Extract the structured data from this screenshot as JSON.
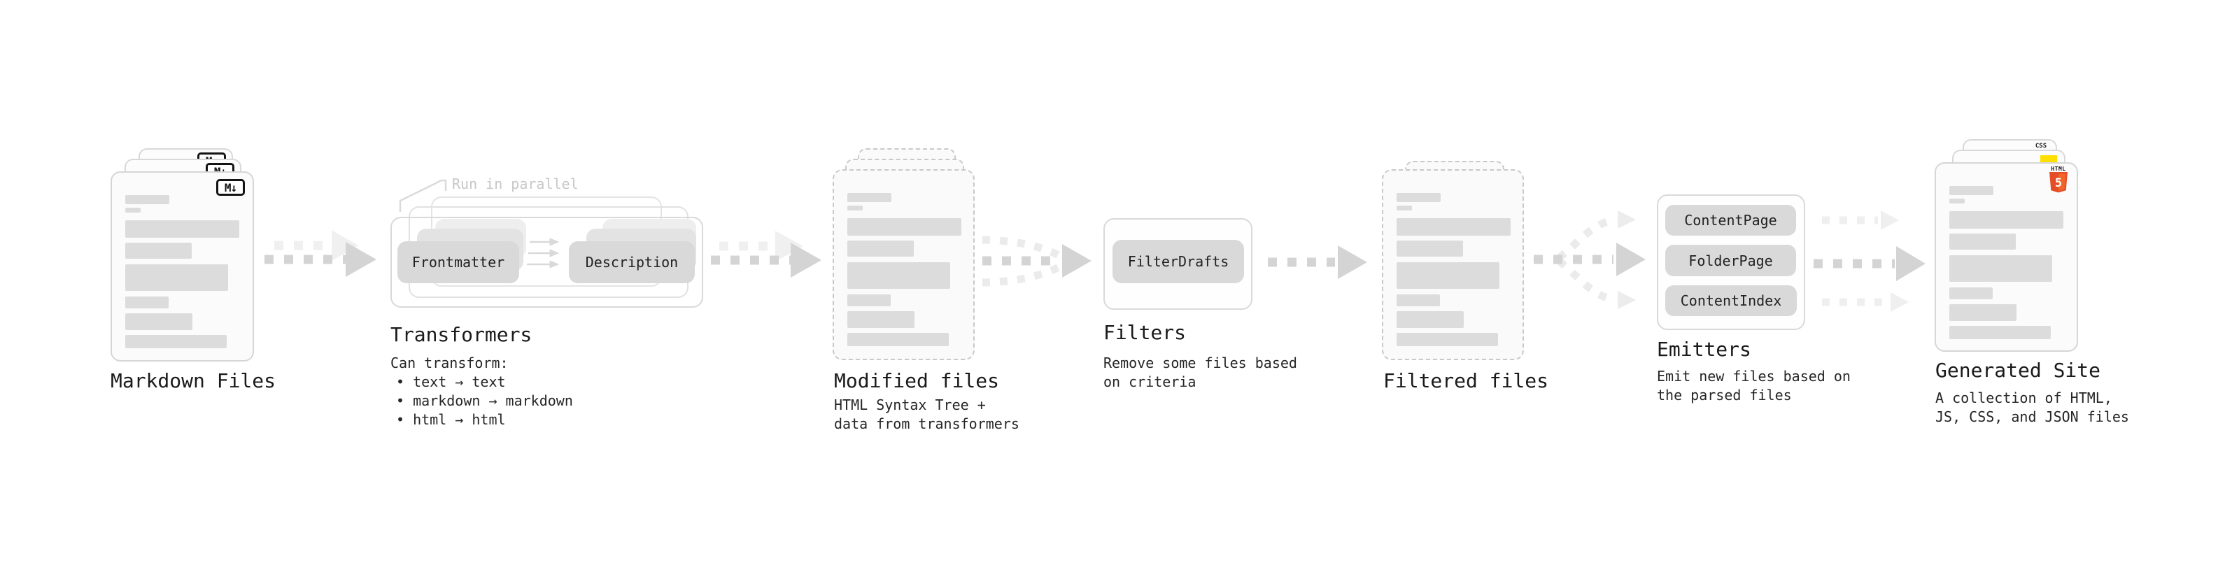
{
  "diagram": "Static site generation pipeline",
  "sections": {
    "markdown": {
      "title": "Markdown Files"
    },
    "transformers": {
      "title": "Transformers",
      "annotation": "Run in parallel",
      "pills": [
        "Frontmatter",
        "Description"
      ],
      "desc_heading": "Can transform:",
      "bullets": [
        "• text → text",
        "• markdown → markdown",
        "• html → html"
      ]
    },
    "modified": {
      "title": "Modified files",
      "desc": "HTML Syntax Tree +\ndata from transformers"
    },
    "filters": {
      "title": "Filters",
      "pill": "FilterDrafts",
      "desc": "Remove some files based\non criteria"
    },
    "filtered": {
      "title": "Filtered files"
    },
    "emitters": {
      "title": "Emitters",
      "pills": [
        "ContentPage",
        "FolderPage",
        "ContentIndex"
      ],
      "desc": "Emit new files based on\nthe parsed files"
    },
    "generated": {
      "title": "Generated Site",
      "desc": "A collection of HTML,\nJS, CSS, and JSON files"
    }
  },
  "icons": {
    "markdown_badge": "M↓",
    "html5_label": "HTML",
    "html5_five": "5",
    "css_label": "CSS"
  },
  "colors": {
    "html5_orange": "#e44d26",
    "js_yellow": "#ffdf00",
    "css_blue": "#2760dd",
    "arrow_gray": "#d4d4d4",
    "ghost_gray": "#f0f0f0"
  }
}
